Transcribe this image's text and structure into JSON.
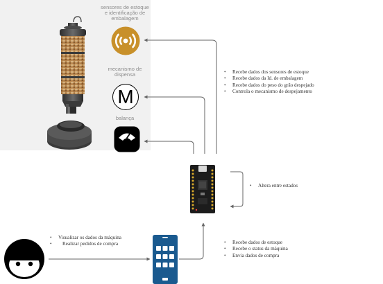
{
  "machine": {
    "icon": "grain-dispenser-machine"
  },
  "sensors": {
    "stock_label": "sensores de estoque\ne identificação de\nembalagem",
    "dispense_label": "mecanismo de\ndispensa",
    "dispense_icon_text": "M",
    "scale_label": "balança",
    "stock_icon": "signal-broadcast-icon",
    "scale_icon": "scale-icon"
  },
  "controller": {
    "icon": "microcontroller-board",
    "duties": [
      "Recebe dados dos sensores de estoque",
      "Recebe dados da Id. de embalagem",
      "Recebe dados do peso do grão despejado",
      "Controla o mecanismo de despejamento"
    ],
    "self_loop": [
      "Altera entre estados"
    ]
  },
  "user": {
    "icon": "user-face-icon",
    "actions": [
      "Visualizar os dados da máquina",
      "Realizar pedidos de compra"
    ]
  },
  "app": {
    "icon": "smartphone-app-icon",
    "actions": [
      "Recebe dados de estoque",
      "Recebe o status da máquina",
      "Envia dados de compra"
    ]
  },
  "colors": {
    "accent": "#c8902a",
    "phone": "#1a5a8f",
    "wire": "#666666",
    "ink": "#000000"
  }
}
